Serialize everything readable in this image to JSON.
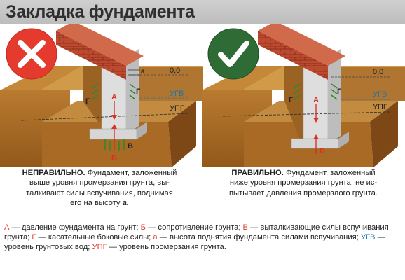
{
  "title": "Закладка фундамента",
  "labels": {
    "level_zero": "0,0",
    "ugv": "УГВ",
    "upg": "УПГ",
    "a_upper": "А",
    "b_upper": "Б",
    "v_upper": "В",
    "g_upper": "Г",
    "a_lower": "а"
  },
  "left_panel": {
    "status_icon": "cross-icon",
    "status_color": "#e53a2e",
    "caption_bold": "НЕПРАВИЛЬНО.",
    "caption_lines": [
      "Фундамент, заложенный",
      "выше уровня промерзания грунта, вы-",
      "талкивают силы вспучивания, поднимая",
      "его на высоту"
    ],
    "caption_tail": "а."
  },
  "right_panel": {
    "status_icon": "check-icon",
    "status_color": "#2f6b34",
    "caption_bold": "ПРАВИЛЬНО.",
    "caption_lines": [
      "Фундамент, заложенный",
      "ниже уровня промерзания грунта, не ис-",
      "пытывает давления промерзлого грунта."
    ]
  },
  "legend": [
    {
      "key": "А",
      "color": "red",
      "text": " — давление фундамента на грунт; "
    },
    {
      "key": "Б",
      "color": "red",
      "text": " — сопротивление грунта; "
    },
    {
      "key": "В",
      "color": "red",
      "text": " — выталкивающие силы вспучивания грунта; "
    },
    {
      "key": "Г",
      "color": "red",
      "text": " — касательные боковые силы; "
    },
    {
      "key": "а",
      "color": "red",
      "text": " — высота поднятия фундамента силами вспучивания; "
    },
    {
      "key": "УГВ",
      "color": "blue",
      "text": " — уровень грунтовых вод; "
    },
    {
      "key": "УПГ",
      "color": "red",
      "text": " — уровень промерзания грунта."
    }
  ],
  "colors": {
    "header_bg": "#c4c4c4",
    "soil_top": "#c98f3a",
    "soil_front": "#a56a25",
    "soil_side": "#7e4a16",
    "concrete": "#e2e2e2",
    "brick": "#b8472d",
    "arrow_green": "#2b8a2b",
    "arrow_red": "#d93224",
    "line_blue": "#1f74a8"
  }
}
